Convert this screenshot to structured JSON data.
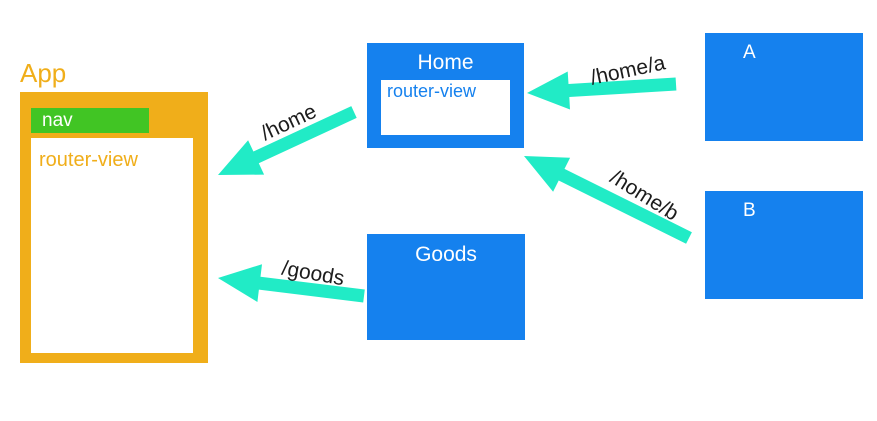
{
  "colors": {
    "blue": "#1581ee",
    "orange": "#f0ae1a",
    "green": "#41c524",
    "arrow": "#21ebc6",
    "label_text": "#1c1c1c",
    "box_text": "#ffffff"
  },
  "app_component": {
    "title": "App",
    "nav_label": "nav",
    "router_view_label": "router-view"
  },
  "home_component": {
    "title": "Home",
    "router_view_label": "router-view"
  },
  "goods_component": {
    "title": "Goods"
  },
  "component_a": {
    "title": "A"
  },
  "component_b": {
    "title": "B"
  },
  "routes": {
    "home": "/home",
    "home_a": "/home/a",
    "home_b": "/home/b",
    "goods": "/goods"
  }
}
